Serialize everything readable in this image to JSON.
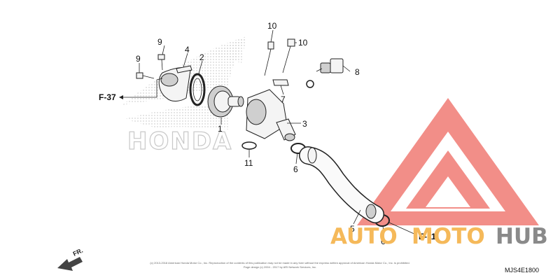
{
  "diagram": {
    "callouts": [
      {
        "id": "c1",
        "text": "1"
      },
      {
        "id": "c2",
        "text": "2"
      },
      {
        "id": "c3",
        "text": "3"
      },
      {
        "id": "c4",
        "text": "4"
      },
      {
        "id": "c5",
        "text": "5"
      },
      {
        "id": "c6a",
        "text": "6"
      },
      {
        "id": "c6b",
        "text": "6"
      },
      {
        "id": "c7",
        "text": "7"
      },
      {
        "id": "c8",
        "text": "8"
      },
      {
        "id": "c9a",
        "text": "9"
      },
      {
        "id": "c9b",
        "text": "9"
      },
      {
        "id": "c10a",
        "text": "10"
      },
      {
        "id": "c10b",
        "text": "10"
      },
      {
        "id": "c11",
        "text": "11"
      }
    ],
    "references": {
      "f37": "F-37",
      "e11": "E-11"
    },
    "logo_text": "HONDA",
    "front_label": "FR.",
    "diagram_code": "MJS4E1800",
    "copyright_line1": "(c) 2013-2018 American Honda Motor Co., Inc. Reproduction of the contents of this publication may not be made in any form without the express written approval of American Honda Motor Co., Inc. is prohibited.",
    "copyright_line2": "Page design (c) 2004 - 2017 by ARI Network Services, Inc."
  },
  "watermark": {
    "part1": "AUTO",
    "part2": "MOTO",
    "part3": "HUB"
  },
  "colors": {
    "watermark_red": "#f07a73",
    "watermark_orange": "#f5b95a",
    "watermark_gray": "#8a8a8a"
  }
}
